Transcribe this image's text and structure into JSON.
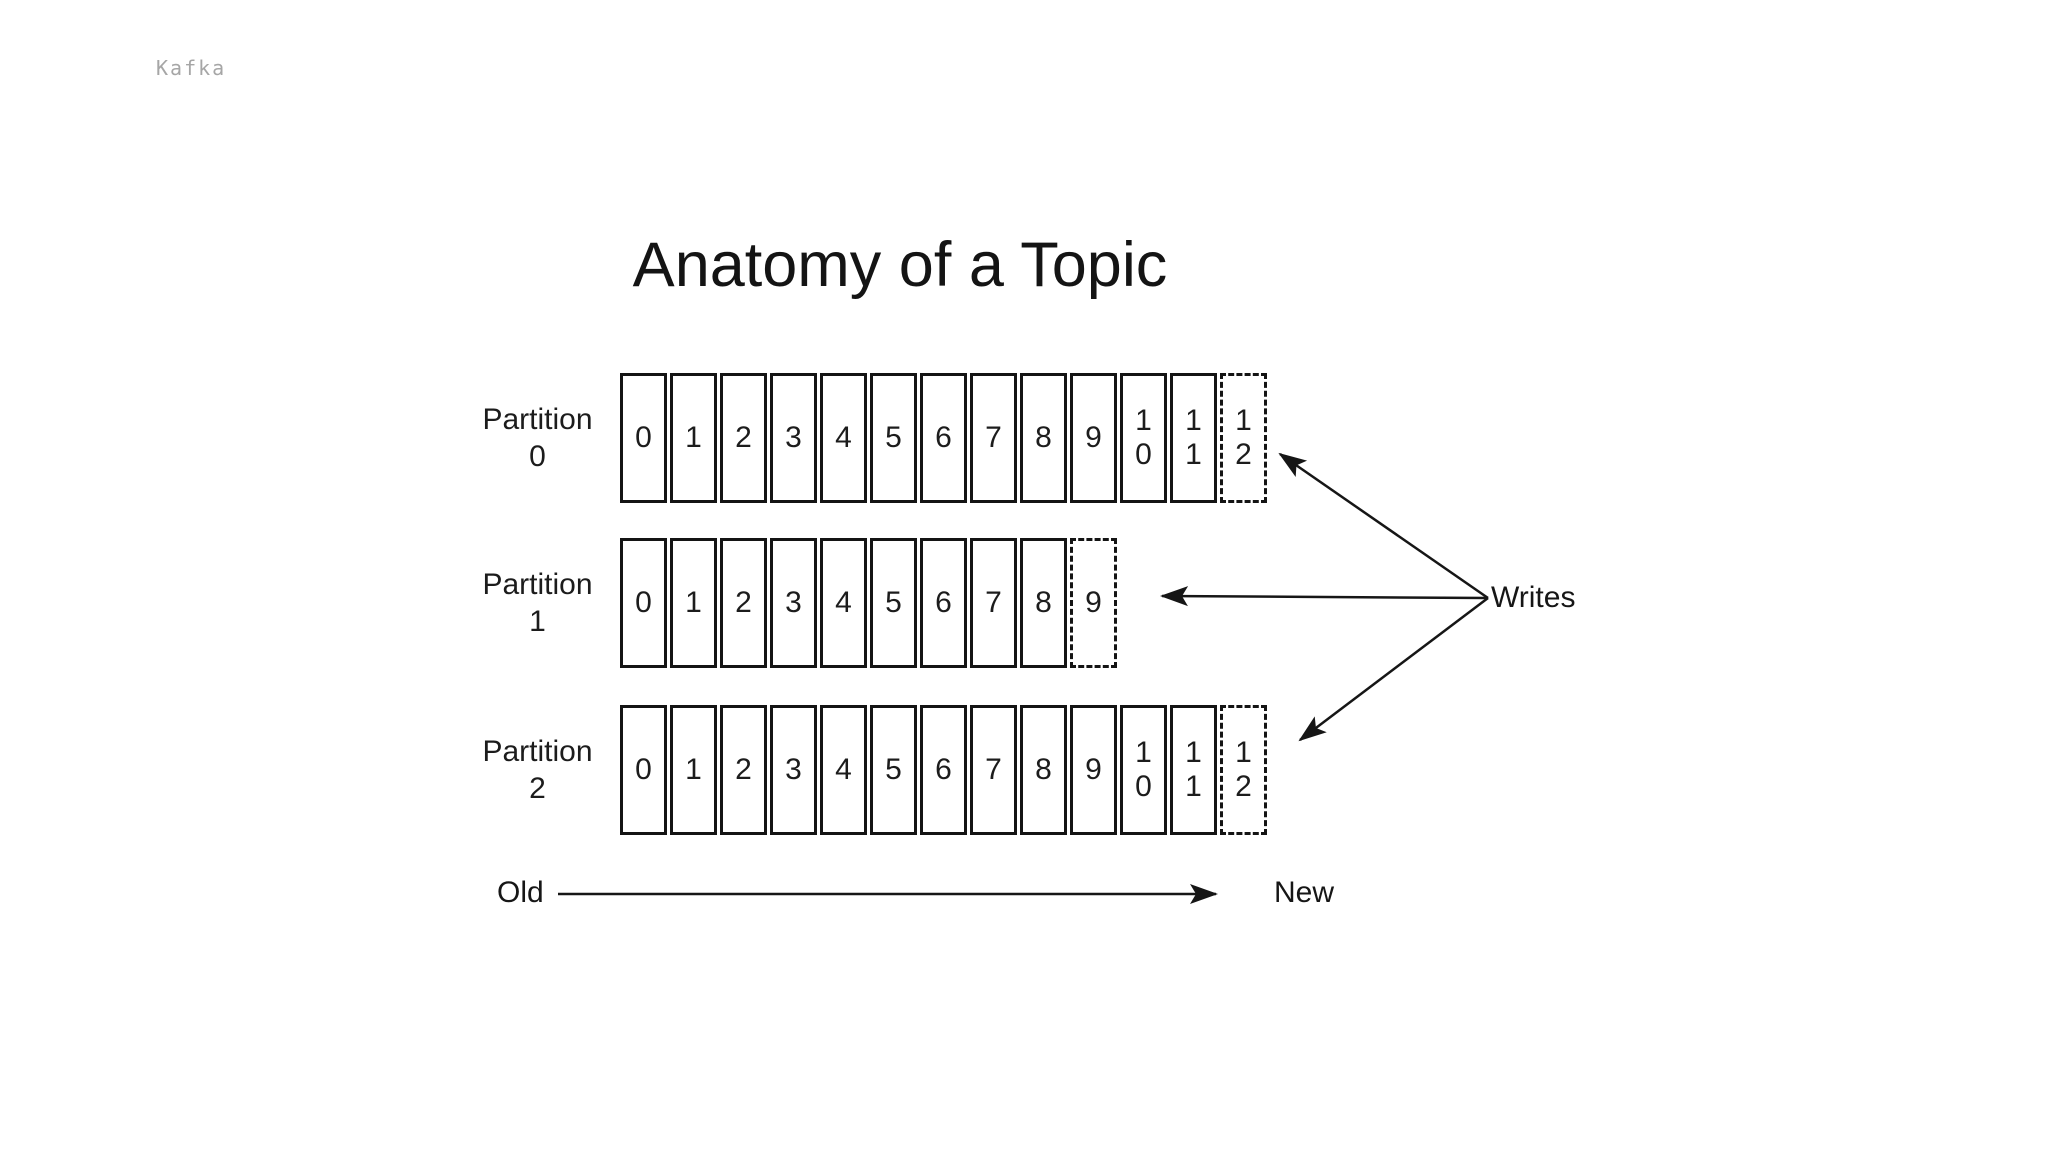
{
  "brand": {
    "label": "Kafka"
  },
  "diagram": {
    "title": "Anatomy of a Topic",
    "writes_label": "Writes",
    "old_label": "Old",
    "new_label": "New",
    "partitions": [
      {
        "name": "Partition",
        "index": "0",
        "cells": [
          "0",
          "1",
          "2",
          "3",
          "4",
          "5",
          "6",
          "7",
          "8",
          "9",
          "10",
          "11"
        ],
        "next_cell": "12"
      },
      {
        "name": "Partition",
        "index": "1",
        "cells": [
          "0",
          "1",
          "2",
          "3",
          "4",
          "5",
          "6",
          "7",
          "8"
        ],
        "next_cell": "9"
      },
      {
        "name": "Partition",
        "index": "2",
        "cells": [
          "0",
          "1",
          "2",
          "3",
          "4",
          "5",
          "6",
          "7",
          "8",
          "9",
          "10",
          "11"
        ],
        "next_cell": "12"
      }
    ],
    "colors": {
      "ink": "#1a1a1a",
      "brand_gray": "#a6a6a6"
    }
  }
}
